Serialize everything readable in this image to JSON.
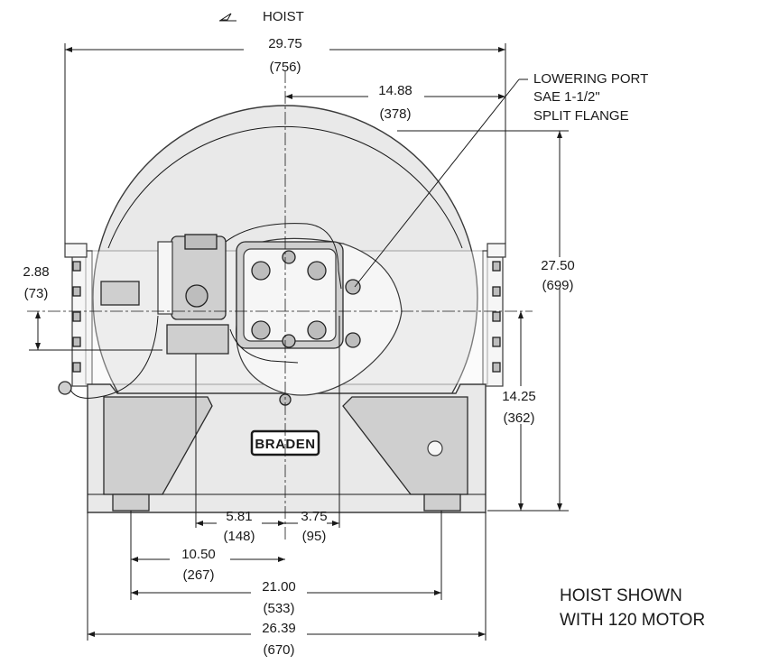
{
  "legend": {
    "symbol_label": "HOIST"
  },
  "dimensions": {
    "overall_width": {
      "inch": "29.75",
      "mm": "(756)"
    },
    "half_width": {
      "inch": "14.88",
      "mm": "(378)"
    },
    "total_height": {
      "inch": "27.50",
      "mm": "(699)"
    },
    "port_offset": {
      "inch": "2.88",
      "mm": "(73)"
    },
    "centerline_height": {
      "inch": "14.25",
      "mm": "(362)"
    },
    "left_offset": {
      "inch": "5.81",
      "mm": "(148)"
    },
    "right_offset": {
      "inch": "3.75",
      "mm": "(95)"
    },
    "half_mount": {
      "inch": "10.50",
      "mm": "(267)"
    },
    "mount_spacing": {
      "inch": "21.00",
      "mm": "(533)"
    },
    "base_width": {
      "inch": "26.39",
      "mm": "(670)"
    }
  },
  "callout": {
    "line1": "LOWERING PORT",
    "line2": "SAE 1-1/2\"",
    "line3": "SPLIT FLANGE"
  },
  "logo_text": "BRADEN",
  "caption": {
    "line1": "HOIST SHOWN",
    "line2": "WITH 120 MOTOR"
  }
}
